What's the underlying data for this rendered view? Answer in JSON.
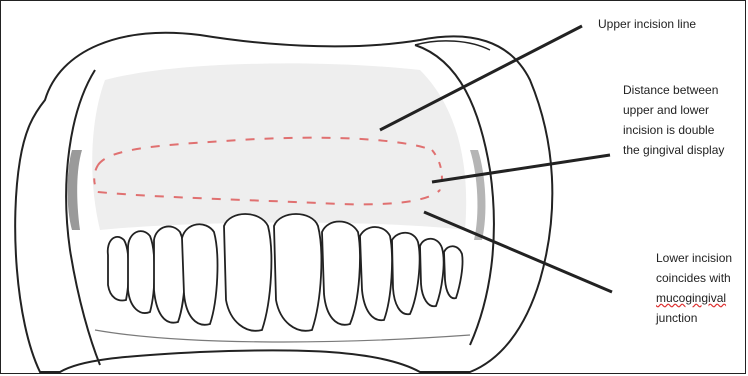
{
  "labels": {
    "upper": [
      "Upper incision line"
    ],
    "distance": [
      "Distance between",
      "upper and lower",
      "incision is double",
      "the gingival display"
    ],
    "lower": [
      "Lower incision",
      "coincides with",
      "mucogingival",
      "junction"
    ]
  },
  "colors": {
    "line": "#222222",
    "incision_dash": "#e07070",
    "shading": "#d9d9d9"
  }
}
